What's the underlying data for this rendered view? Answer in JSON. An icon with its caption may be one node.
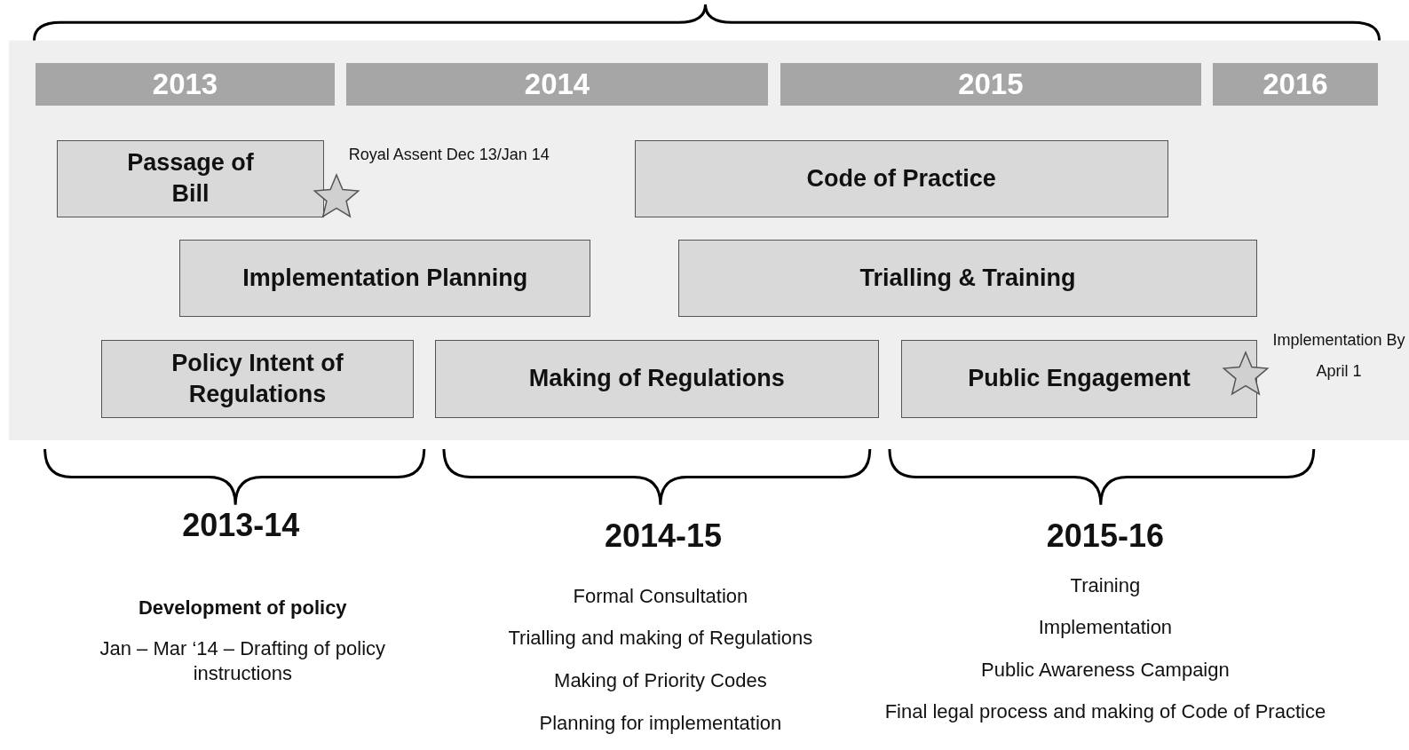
{
  "diagram": {
    "nodes": [
      {
        "text": [
          "2013"
        ]
      },
      {
        "text": [
          "2014"
        ]
      },
      {
        "text": [
          "2015"
        ]
      },
      {
        "text": [
          "2016"
        ]
      },
      {
        "text": [
          "Passage of Bill"
        ],
        "beside": [
          "Royal Assent Dec 13/Jan 14"
        ]
      },
      {
        "text": [
          "Code of Practice"
        ]
      },
      {
        "text": [
          "Implementation Planning"
        ]
      },
      {
        "text": [
          "Trialling & Training"
        ]
      },
      {
        "text": [
          "Policy Intent of Regulations"
        ]
      },
      {
        "text": [
          "Making of Regulations"
        ]
      },
      {
        "text": [
          "Public Engagement"
        ],
        "beside": [
          "Implementation By April 1"
        ]
      }
    ],
    "edges": [],
    "labels": [
      "2013-14",
      "Development of policy",
      "Jan – Mar ‘14 – Drafting of policy instructions",
      "2014-15",
      "Formal Consultation",
      "Trialling and making of Regulations",
      "Making of Priority Codes",
      "Planning for implementation",
      "2015-16",
      "Training",
      "Implementation",
      "Public Awareness Campaign",
      "Final legal process and making of Code of Practice"
    ]
  }
}
